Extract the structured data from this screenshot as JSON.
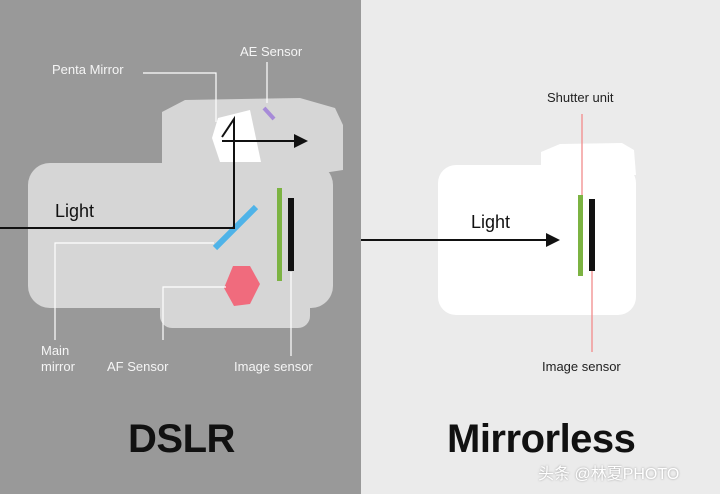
{
  "dslr": {
    "title": "DSLR",
    "light_label": "Light",
    "labels": {
      "penta_mirror": "Penta Mirror",
      "ae_sensor": "AE Sensor",
      "main_mirror_line1": "Main",
      "main_mirror_line2": "mirror",
      "af_sensor": "AF Sensor",
      "image_sensor": "Image sensor"
    }
  },
  "mirrorless": {
    "title": "Mirrorless",
    "light_label": "Light",
    "labels": {
      "shutter_unit": "Shutter unit",
      "image_sensor": "Image sensor"
    }
  },
  "watermark": "头条 @林夏PHOTO",
  "colors": {
    "dslr_bg": "#999999",
    "mirrorless_bg": "#ebebeb",
    "camera_body_dslr": "#d6d6d6",
    "camera_body_mirrorless": "#ffffff",
    "main_mirror": "#4fb3e8",
    "ae_sensor": "#a78bd8",
    "af_sensor": "#f06b7d",
    "sensor_green": "#7cb342",
    "shutter_line": "#f28b8b"
  }
}
